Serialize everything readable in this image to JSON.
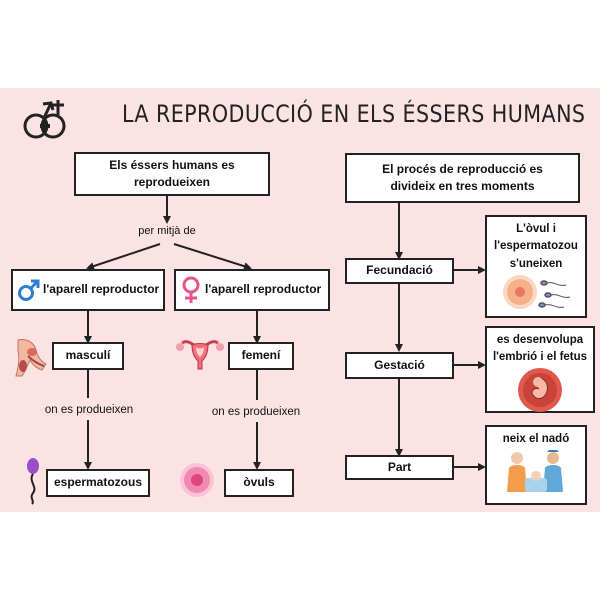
{
  "title": "LA REPRODUCCIÓ EN ELS ÉSSERS HUMANS",
  "left": {
    "root": "Els éssers humans es reprodueixen",
    "connector": "per mitjà de",
    "male_system": "l'aparell reproductor",
    "female_system": "l'aparell reproductor",
    "male": "masculí",
    "female": "femení",
    "produces_male": "on es produeixen",
    "produces_female": "on es produeixen",
    "sperm": "espermatozous",
    "ova": "òvuls"
  },
  "right": {
    "root": "El procés de reproducció es divideix en tres moments",
    "stages": [
      "Fecundació",
      "Gestació",
      "Part"
    ],
    "results": [
      "L'òvul i l'espermatozou s'uneixen",
      "es desenvolupa l'embrió i el fetus",
      "neix el nadó"
    ]
  },
  "colors": {
    "background": "#fbe3e4",
    "male_symbol": "#2e7fd1",
    "female_symbol": "#e8548a",
    "line": "#222222"
  },
  "icons": [
    "gender-symbols-icon",
    "male-symbol-icon",
    "female-symbol-icon",
    "male-organ-icon",
    "uterus-icon",
    "sperm-cell-icon",
    "ovum-cell-icon",
    "fertilization-icon",
    "embryo-icon",
    "birth-icon"
  ]
}
